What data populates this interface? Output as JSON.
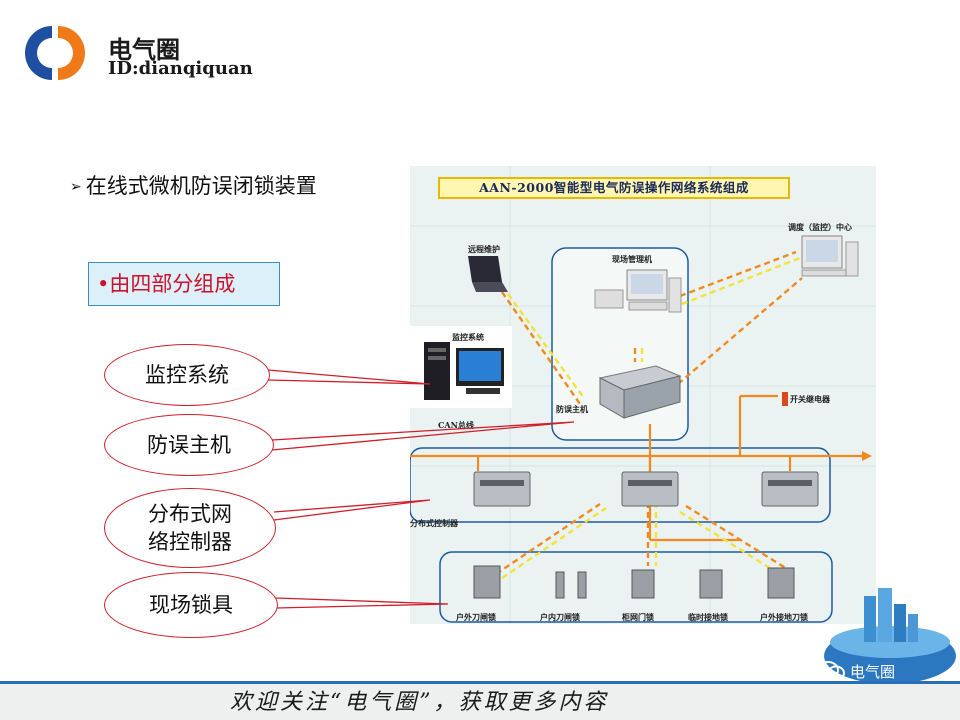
{
  "header": {
    "brand_name": "电气圈",
    "brand_id": "ID:dianqiquan"
  },
  "bullet_heading": "在线式微机防误闭锁装置",
  "sub_box": "•由四部分组成",
  "diagram": {
    "title": "AAN-2000智能型电气防误操作网络系统组成",
    "labels": {
      "remote": "远程维护",
      "site_mgr": "现场管理机",
      "dispatch": "调度（监控）中心",
      "monitor": "监控系统",
      "host": "防误主机",
      "relay": "开关继电器",
      "can_bus": "CAN总线",
      "dist_ctrl": "分布式控制器",
      "lock1": "户外刀闸锁",
      "lock2": "户内刀闸锁",
      "lock3": "柜网门锁",
      "lock4": "临时接地锁",
      "lock5": "户外接地刀锁"
    }
  },
  "components": {
    "c1": "监控系统",
    "c2": "防误主机",
    "c3": "分布式网络控制器",
    "c4": "现场锁具"
  },
  "footer": {
    "text": "欢迎关注“电气圈”，获取更多内容"
  },
  "badge": {
    "text": "电气圈"
  },
  "colors": {
    "accent_red": "#d01e2a",
    "footer_line": "#2a6eb8",
    "arrow_orange": "#f08a1c"
  }
}
